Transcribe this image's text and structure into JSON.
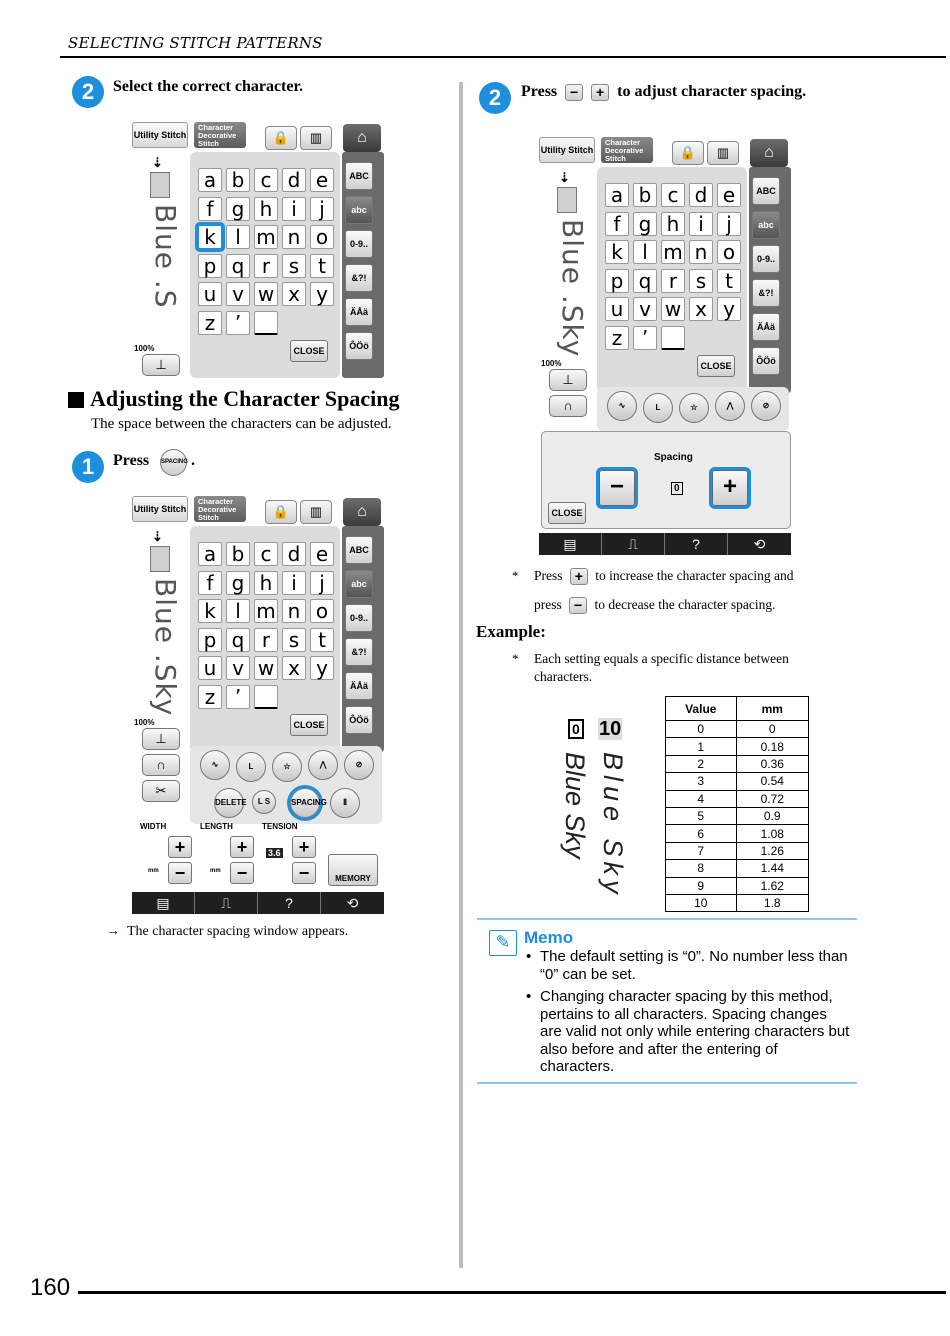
{
  "header": {
    "title": "SELECTING STITCH PATTERNS"
  },
  "page_number": "160",
  "left": {
    "step_select": {
      "badge": "2",
      "text": "Select the correct character."
    },
    "section_title": "Adjusting the Character Spacing",
    "section_desc": "The space between the characters can be adjusted.",
    "step_press": {
      "badge": "1",
      "text": "Press",
      "after": "."
    },
    "result_arrow": "→",
    "result_text": "The character spacing window appears."
  },
  "right": {
    "step_press": {
      "badge": "2",
      "text_before": "Press",
      "text_after": "to adjust character spacing."
    },
    "note1_star": "*",
    "note1_a": "Press",
    "note1_b": "to increase the character spacing and",
    "note1_c": "press",
    "note1_d": "to decrease the character spacing.",
    "example_title": "Example:",
    "note2_star": "*",
    "note2_line1": "Each setting equals a specific distance between",
    "note2_line2": "characters.",
    "example_vals": [
      "0",
      "10"
    ],
    "example_texts": [
      "Blue Sky",
      "Blue Sky"
    ],
    "table": {
      "headers": [
        "Value",
        "mm"
      ],
      "rows": [
        [
          "0",
          "0"
        ],
        [
          "1",
          "0.18"
        ],
        [
          "2",
          "0.36"
        ],
        [
          "3",
          "0.54"
        ],
        [
          "4",
          "0.72"
        ],
        [
          "5",
          "0.9"
        ],
        [
          "6",
          "1.08"
        ],
        [
          "7",
          "1.26"
        ],
        [
          "8",
          "1.44"
        ],
        [
          "9",
          "1.62"
        ],
        [
          "10",
          "1.8"
        ]
      ]
    },
    "memo": {
      "title": "Memo",
      "items": [
        "The default setting is “0”. No number less than “0” can be set.",
        "Changing character spacing by this method, pertains to all characters. Spacing changes are valid not only while entering characters but also before and after the entering of characters."
      ]
    }
  },
  "screen": {
    "tab_utility": "Utility Stitch",
    "tab_char": "Character Decorative Stitch",
    "keys": [
      "a",
      "b",
      "c",
      "d",
      "e",
      "f",
      "g",
      "h",
      "i",
      "j",
      "k",
      "l",
      "m",
      "n",
      "o",
      "p",
      "q",
      "r",
      "s",
      "t",
      "u",
      "v",
      "w",
      "x",
      "y",
      "z",
      "’",
      "__"
    ],
    "modes": [
      "ABC",
      "abc",
      "0-9..",
      "&?!",
      "ÄÅä",
      "ÔÖö"
    ],
    "close": "CLOSE",
    "zoom": "100%",
    "preview_short": "Blue .S",
    "preview_full": "Blue .Sky",
    "spacing_label": "Spacing",
    "spacing_value": "0",
    "spacing_btn": "SPACING",
    "delete_btn": "DELETE",
    "ls_btn": "L S",
    "width": "WIDTH",
    "length": "LENGTH",
    "tension": "TENSION",
    "tension_val": "3.6",
    "memory": "MEMORY",
    "mm": "mm",
    "minus": "−",
    "plus": "+",
    "help": "?"
  }
}
